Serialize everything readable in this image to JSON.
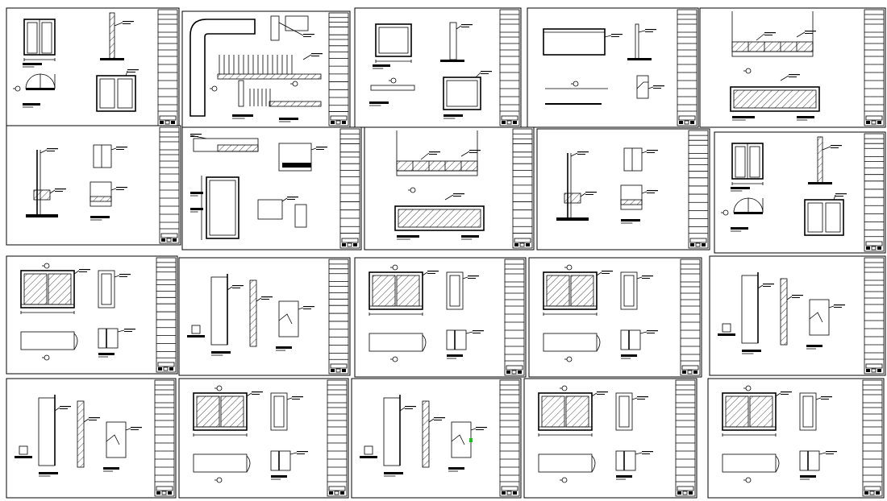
{
  "sheets": [
    {
      "id": 1,
      "type": "door-double"
    },
    {
      "id": 2,
      "type": "counter-plan"
    },
    {
      "id": 3,
      "type": "panel-square"
    },
    {
      "id": 4,
      "type": "panel-long"
    },
    {
      "id": 5,
      "type": "counter-elev"
    },
    {
      "id": 6,
      "type": "section-tall"
    },
    {
      "id": 7,
      "type": "counter-plan-2"
    },
    {
      "id": 8,
      "type": "counter-elev"
    },
    {
      "id": 9,
      "type": "section-tall"
    },
    {
      "id": 10,
      "type": "door-double"
    },
    {
      "id": 11,
      "type": "window-hatched"
    },
    {
      "id": 12,
      "type": "jamb-tall"
    },
    {
      "id": 13,
      "type": "window-hatched"
    },
    {
      "id": 14,
      "type": "window-hatched"
    },
    {
      "id": 15,
      "type": "jamb-tall"
    },
    {
      "id": 16,
      "type": "jamb-tall"
    },
    {
      "id": 17,
      "type": "window-hatched"
    },
    {
      "id": 18,
      "type": "jamb-tall"
    },
    {
      "id": 19,
      "type": "window-hatched"
    },
    {
      "id": 20,
      "type": "window-hatched"
    }
  ],
  "colors": {
    "ink": "#000000",
    "paper": "#ffffff",
    "marker": "#19c219"
  }
}
